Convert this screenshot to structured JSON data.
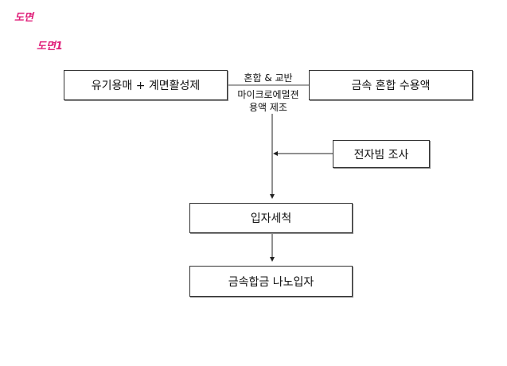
{
  "heading": "도면",
  "figure_label": "도면1",
  "boxes": {
    "organic": "유기용매 + 계면활성제",
    "metal_solution": "금속 혼합 수용액",
    "ebeam": "전자빔 조사",
    "washing": "입자세척",
    "product": "금속합금 나노입자"
  },
  "connector": {
    "mix": "혼합 & 교반",
    "micro_line1": "마이크로에멀젼",
    "micro_line2": "용액 제조"
  }
}
